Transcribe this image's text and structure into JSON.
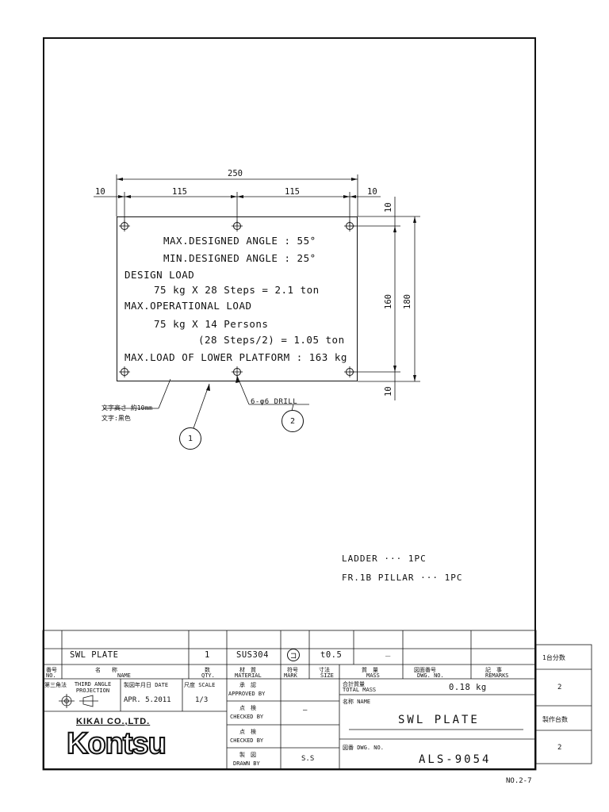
{
  "drawing": {
    "dims": {
      "overall": "250",
      "left_margin": "10",
      "span_left": "115",
      "span_right": "115",
      "right_margin": "10",
      "top_margin": "10",
      "inner_height": "160",
      "outer_height": "180",
      "bottom_margin": "10"
    },
    "plate_lines": [
      "MAX.DESIGNED ANGLE : 55°",
      "MIN.DESIGNED ANGLE : 25°",
      "DESIGN LOAD",
      "75 kg X 28 Steps = 2.1 ton",
      "MAX.OPERATIONAL LOAD",
      "75 kg X 14 Persons",
      "(28 Steps/2) = 1.05 ton",
      "MAX.LOAD OF LOWER PLATFORM : 163 kg"
    ],
    "text_note_line1": "文字高さ 約10mm",
    "text_note_line2": "文字:黒色",
    "drill_note": "6-φ6 DRILL",
    "balloon_1": "1",
    "balloon_2": "2"
  },
  "usage_notes": [
    "LADDER ··· 1PC",
    "FR.1B PILLAR ··· 1PC"
  ],
  "parts_row": {
    "name": "SWL PLATE",
    "qty": "1",
    "material": "SUS304",
    "mark": "コ",
    "size": "t0.5",
    "mass": "_"
  },
  "headers": {
    "no_jp": "番号",
    "no_en": "NO.",
    "name_jp": "名　　称",
    "name_en": "NAME",
    "qty_jp": "数",
    "qty_en": "QTY.",
    "material_jp": "材　質",
    "material_en": "MATERIAL",
    "mark_jp": "符号",
    "mark_en": "MARK",
    "size_jp": "寸法",
    "size_en": "SIZE",
    "mass_jp": "質　量",
    "mass_en": "MASS",
    "dwg_jp": "図面番号",
    "dwg_en": "DWG. NO.",
    "remarks_jp": "記　事",
    "remarks_en": "REMARKS"
  },
  "title_block": {
    "projection_jp": "第三角法",
    "projection_en": "THIRD ANGLE PROJECTION",
    "date_label": "製図年月日 DATE",
    "date": "APR. 5.2011",
    "scale_label": "尺度 SCALE",
    "scale": "1/3",
    "approved_jp": "承　認",
    "approved_en": "APPROVED BY",
    "checked1_jp": "点　検",
    "checked1_en": "CHECKED BY",
    "checked1_value": "—",
    "checked2_jp": "点　検",
    "checked2_en": "CHECKED BY",
    "drawn_jp": "製　図",
    "drawn_en": "DRAWN BY",
    "drawn_value": "S.S",
    "total_mass_jp": "合計質量",
    "total_mass_en": "TOTAL MASS",
    "total_mass": "0.18 kg",
    "name_label": "名称 NAME",
    "drawing_name": "SWL PLATE",
    "dwg_label": "図番 DWG. NO.",
    "dwg_no": "ALS-9054",
    "logo_top": "KIKAI CO.,LTD.",
    "logo_main": "Kontsu"
  },
  "side_box": {
    "per_unit_label": "1台分数",
    "per_unit_value": "2",
    "production_label": "製作台数",
    "production_value": "2"
  },
  "sheet_no": "NO.2-7"
}
